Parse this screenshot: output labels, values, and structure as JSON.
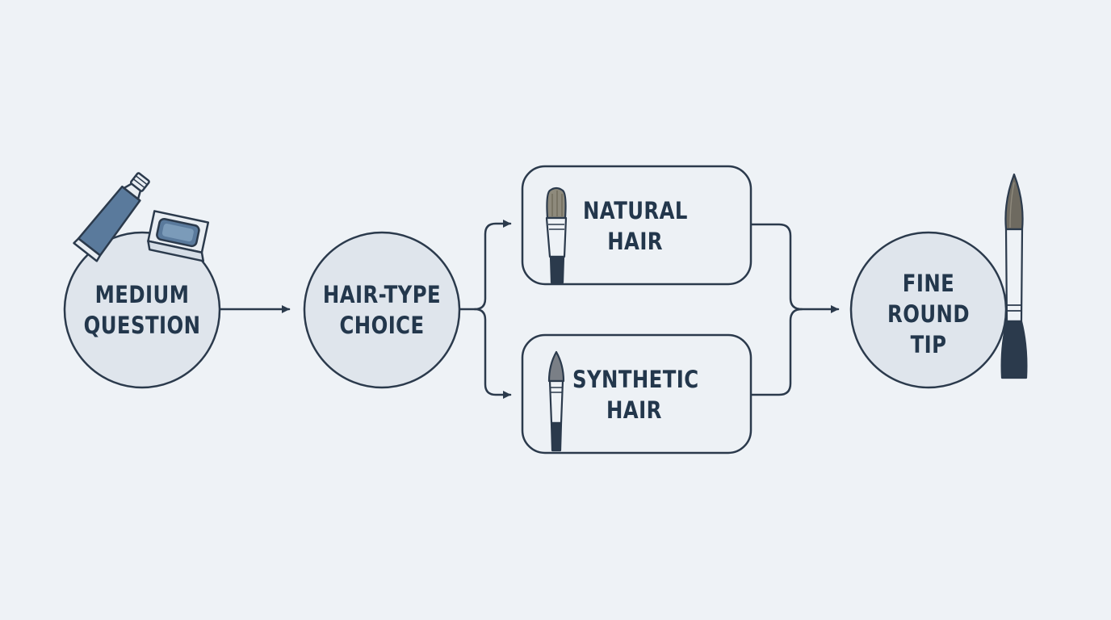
{
  "diagram": {
    "nodes": {
      "medium_question": {
        "lines": [
          "MEDIUM",
          "QUESTION"
        ]
      },
      "hair_type_choice": {
        "lines": [
          "HAIR-TYPE",
          "CHOICE"
        ]
      },
      "natural_hair": {
        "lines": [
          "NATURAL",
          "HAIR"
        ]
      },
      "synthetic_hair": {
        "lines": [
          "SYNTHETIC",
          "HAIR"
        ]
      },
      "fine_round_tip": {
        "lines": [
          "FINE",
          "ROUND",
          "TIP"
        ]
      }
    },
    "icons": [
      "paint-tube-icon",
      "watercolor-pan-icon",
      "natural-brush-icon",
      "synthetic-brush-icon",
      "round-brush-icon"
    ],
    "colors": {
      "background": "#eef2f6",
      "node_fill": "#dfe5ec",
      "box_fill": "#edf1f5",
      "stroke": "#2b3a4c",
      "text": "#23374c",
      "accent_blue": "#5a7a9c"
    }
  }
}
